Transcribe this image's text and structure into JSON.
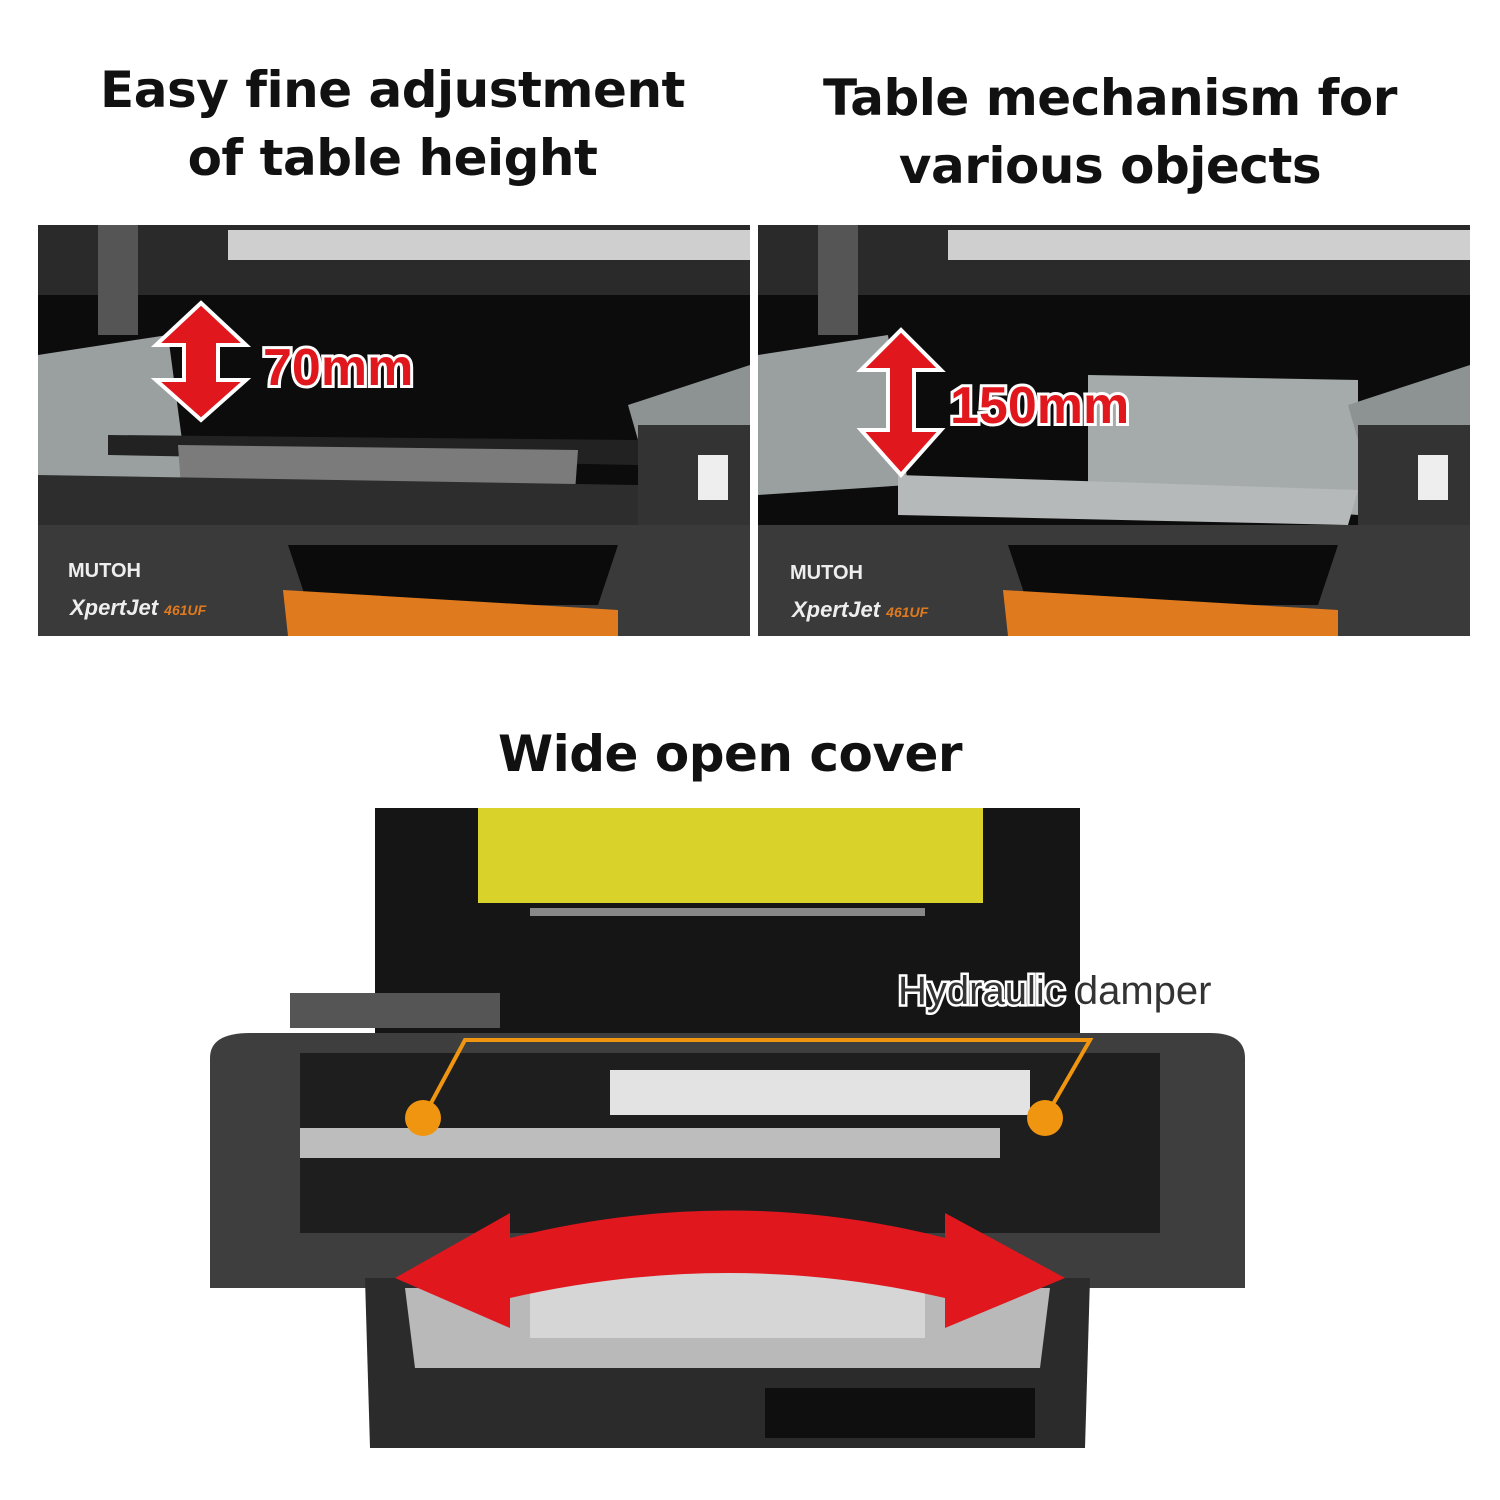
{
  "sections": [
    {
      "title_line1": "Easy fine adjustment",
      "title_line2": "of table height",
      "dimension_label": "70mm"
    },
    {
      "title_line1": "Table mechanism for",
      "title_line2": "various objects",
      "dimension_label": "150mm"
    },
    {
      "title": "Wide open cover",
      "callout_label": "Hydraulic damper"
    }
  ],
  "brand": {
    "maker": "MUTOH",
    "model": "XpertJet",
    "model_number": "461UF"
  },
  "colors": {
    "arrow_red": "#e1171e",
    "callout_orange": "#f0950f",
    "brand_orange": "#e07a1f",
    "yellow_panel": "#d8d22a"
  }
}
